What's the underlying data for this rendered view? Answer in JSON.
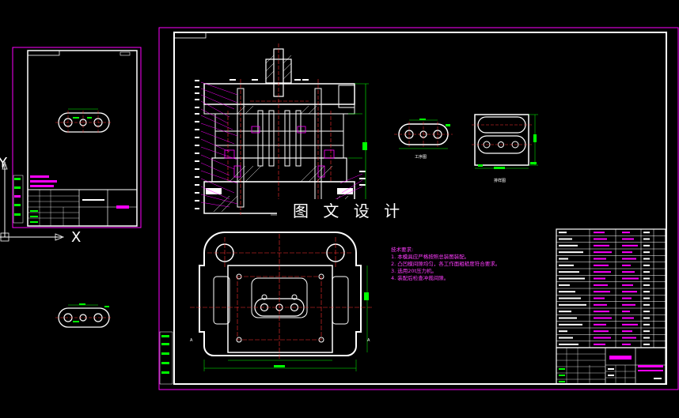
{
  "watermark": "图 文 设 计",
  "axis": {
    "x": "X",
    "y": "Y"
  },
  "view_labels": {
    "workpiece": "工序图",
    "layout": "排样图"
  },
  "tech_notes": [
    "技术要求:",
    "1. 本模具应严格按照总装图装配。",
    "2. 凸凹模间隙均匀，各工作面粗糙度符合要求。",
    "3. 选用20t压力机。",
    "4. 装配后检查冲裁间隙。"
  ],
  "colors": {
    "background": "#000000",
    "magenta": "#ff00ff",
    "white": "#ffffff",
    "red": "#ff3030",
    "green": "#00ff00",
    "cyan": "#00ffff"
  }
}
